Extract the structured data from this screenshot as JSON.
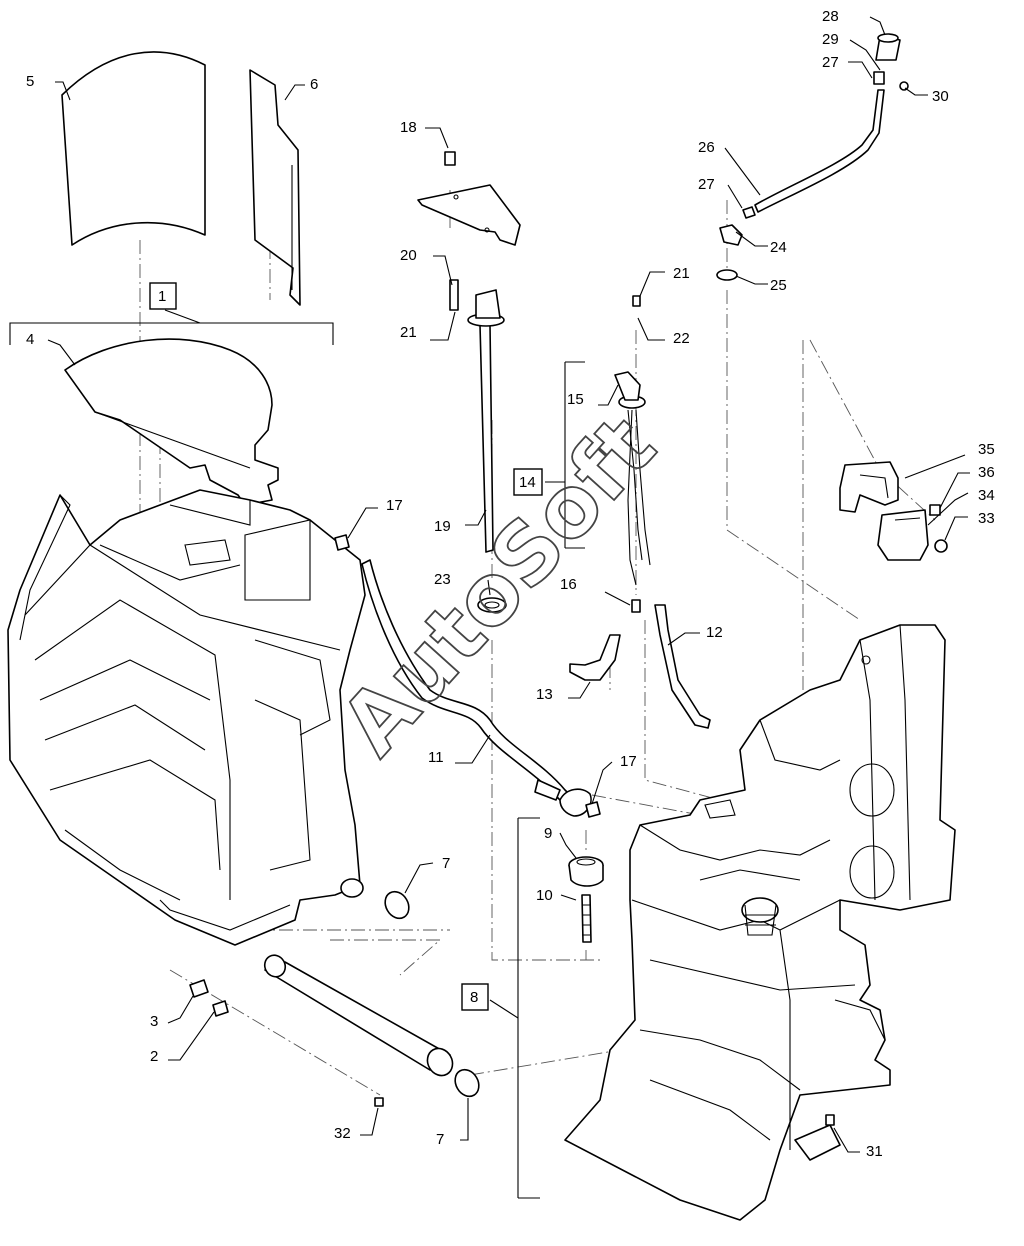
{
  "callouts": [
    {
      "id": "c28",
      "text": "28"
    },
    {
      "id": "c29",
      "text": "29"
    },
    {
      "id": "c27a",
      "text": "27"
    },
    {
      "id": "c30",
      "text": "30"
    },
    {
      "id": "c5",
      "text": "5"
    },
    {
      "id": "c6",
      "text": "6"
    },
    {
      "id": "c18",
      "text": "18"
    },
    {
      "id": "c26",
      "text": "26"
    },
    {
      "id": "c27b",
      "text": "27"
    },
    {
      "id": "c24",
      "text": "24"
    },
    {
      "id": "c20",
      "text": "20"
    },
    {
      "id": "c21a",
      "text": "21"
    },
    {
      "id": "c21b",
      "text": "21"
    },
    {
      "id": "c25",
      "text": "25"
    },
    {
      "id": "c22",
      "text": "22"
    },
    {
      "id": "c4",
      "text": "4"
    },
    {
      "id": "c15",
      "text": "15"
    },
    {
      "id": "c35",
      "text": "35"
    },
    {
      "id": "c36",
      "text": "36"
    },
    {
      "id": "c34",
      "text": "34"
    },
    {
      "id": "c33",
      "text": "33"
    },
    {
      "id": "c17a",
      "text": "17"
    },
    {
      "id": "c19",
      "text": "19"
    },
    {
      "id": "c23",
      "text": "23"
    },
    {
      "id": "c16",
      "text": "16"
    },
    {
      "id": "c12",
      "text": "12"
    },
    {
      "id": "c13",
      "text": "13"
    },
    {
      "id": "c11",
      "text": "11"
    },
    {
      "id": "c17b",
      "text": "17"
    },
    {
      "id": "c9",
      "text": "9"
    },
    {
      "id": "c7a",
      "text": "7"
    },
    {
      "id": "c10",
      "text": "10"
    },
    {
      "id": "c3",
      "text": "3"
    },
    {
      "id": "c2",
      "text": "2"
    },
    {
      "id": "c32",
      "text": "32"
    },
    {
      "id": "c7b",
      "text": "7"
    },
    {
      "id": "c31",
      "text": "31"
    }
  ],
  "boxed_callouts": [
    {
      "id": "b1",
      "text": "1"
    },
    {
      "id": "b14",
      "text": "14"
    },
    {
      "id": "b8",
      "text": "8"
    }
  ],
  "watermark": "AutoSoft"
}
